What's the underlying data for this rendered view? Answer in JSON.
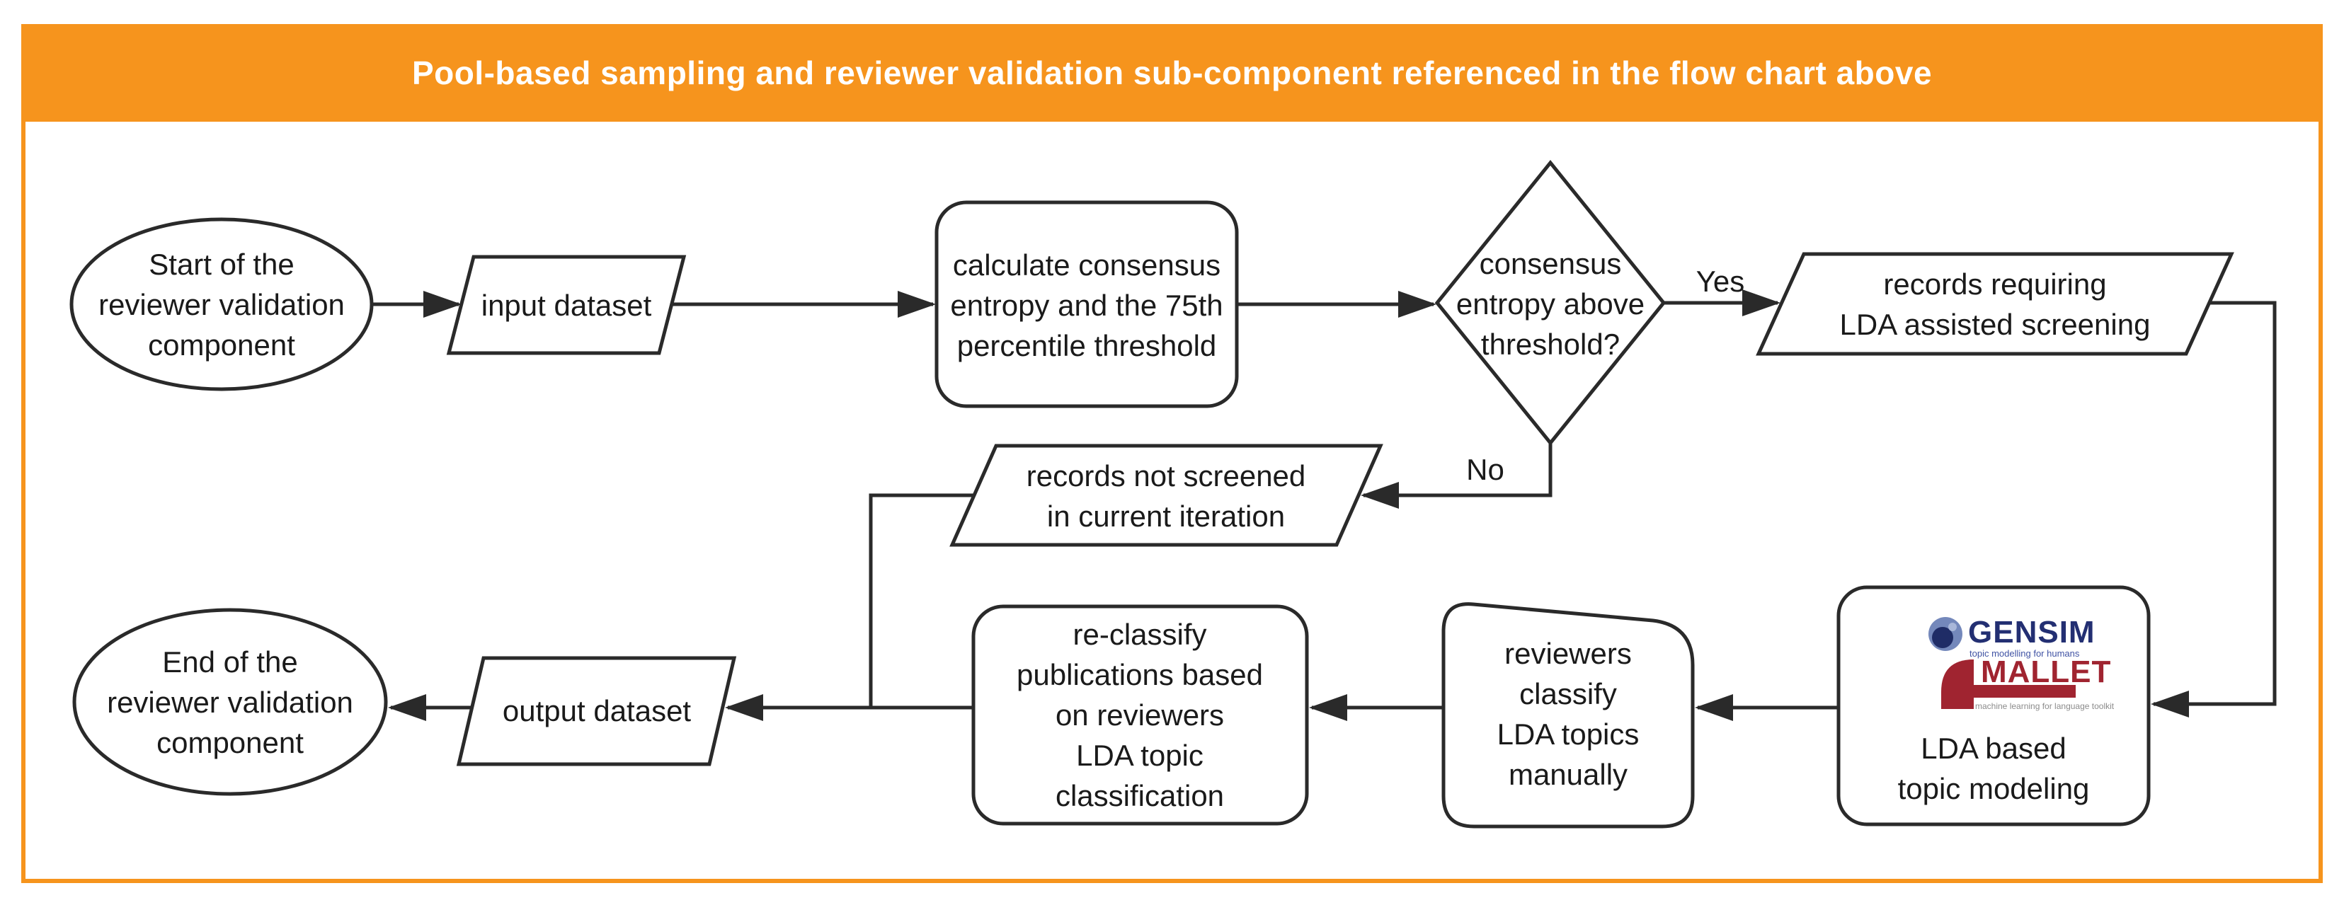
{
  "header": {
    "title": "Pool-based sampling and reviewer validation sub-component referenced in the flow chart above"
  },
  "colors": {
    "accent_orange": "#F6941D",
    "edge": "#2a2a2a",
    "text": "#1a1a1a",
    "gensim_navy": "#232F72",
    "gensim_blue": "#7488BB",
    "mallet_maroon": "#A02430"
  },
  "nodes": {
    "start": {
      "shape": "ellipse",
      "lines": [
        "Start of the",
        "reviewer validation",
        "component"
      ]
    },
    "input_dataset": {
      "shape": "parallelogram",
      "lines": [
        "input dataset"
      ]
    },
    "calc_entropy": {
      "shape": "rounded-rect",
      "lines": [
        "calculate consensus",
        "entropy and the 75th",
        "percentile threshold"
      ]
    },
    "entropy_decision": {
      "shape": "diamond",
      "lines": [
        "consensus",
        "entropy above",
        "threshold?"
      ]
    },
    "records_requiring": {
      "shape": "parallelogram",
      "lines": [
        "records requiring",
        "LDA assisted screening"
      ]
    },
    "records_not_screened": {
      "shape": "parallelogram",
      "lines": [
        "records not screened",
        "in current iteration"
      ]
    },
    "lda_topic_modeling": {
      "shape": "rounded-rect",
      "lines": [
        "LDA based",
        "topic modeling"
      ]
    },
    "reviewers_classify": {
      "shape": "manual-operation",
      "lines": [
        "reviewers",
        "classify",
        "LDA topics",
        "manually"
      ]
    },
    "reclassify": {
      "shape": "rounded-rect",
      "lines": [
        "re-classify",
        "publications based",
        "on reviewers",
        "LDA topic",
        "classification"
      ]
    },
    "output_dataset": {
      "shape": "parallelogram",
      "lines": [
        "output dataset"
      ]
    },
    "end": {
      "shape": "ellipse",
      "lines": [
        "End of the",
        "reviewer validation",
        "component"
      ]
    }
  },
  "edge_labels": {
    "yes": "Yes",
    "no": "No"
  },
  "logos": {
    "gensim": {
      "name": "GENSIM",
      "tagline": "topic modelling for humans"
    },
    "mallet": {
      "name": "MALLET",
      "tagline": "machine learning for language toolkit"
    }
  }
}
